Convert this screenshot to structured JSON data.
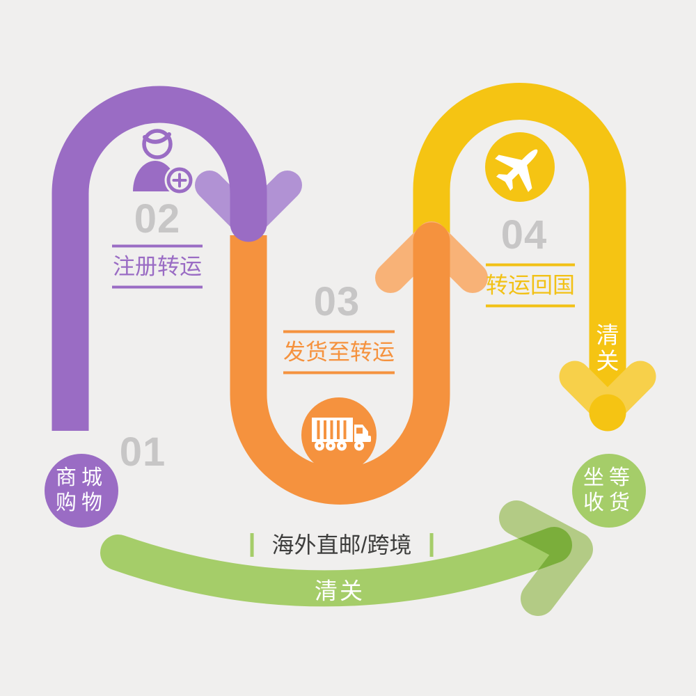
{
  "canvas": {
    "background": "#f0efee"
  },
  "colors": {
    "background": "#f0efee",
    "purple": "#9a6cc4",
    "purple_light": "#b192d4",
    "orange": "#f5923e",
    "orange_light": "#f8b277",
    "yellow": "#f5c413",
    "yellow_light": "#f7d04a",
    "green": "#a5cd69",
    "green_light": "#bed98f",
    "number_gray": "#c7c6c6",
    "text_dark": "#3d3d3c",
    "white": "#ffffff"
  },
  "steps": [
    {
      "number": "01",
      "label": "商城购物"
    },
    {
      "number": "02",
      "label": "注册转运",
      "icon": "add-user-icon"
    },
    {
      "number": "03",
      "label": "发货至转运",
      "icon": "truck-icon"
    },
    {
      "number": "04",
      "label": "转运回国",
      "icon": "plane-icon"
    }
  ],
  "annotations": {
    "customs_on_yellow": "清关",
    "customs_on_green": "清关",
    "direct_route": "海外直邮/跨境",
    "end_label": "坐等收货"
  }
}
